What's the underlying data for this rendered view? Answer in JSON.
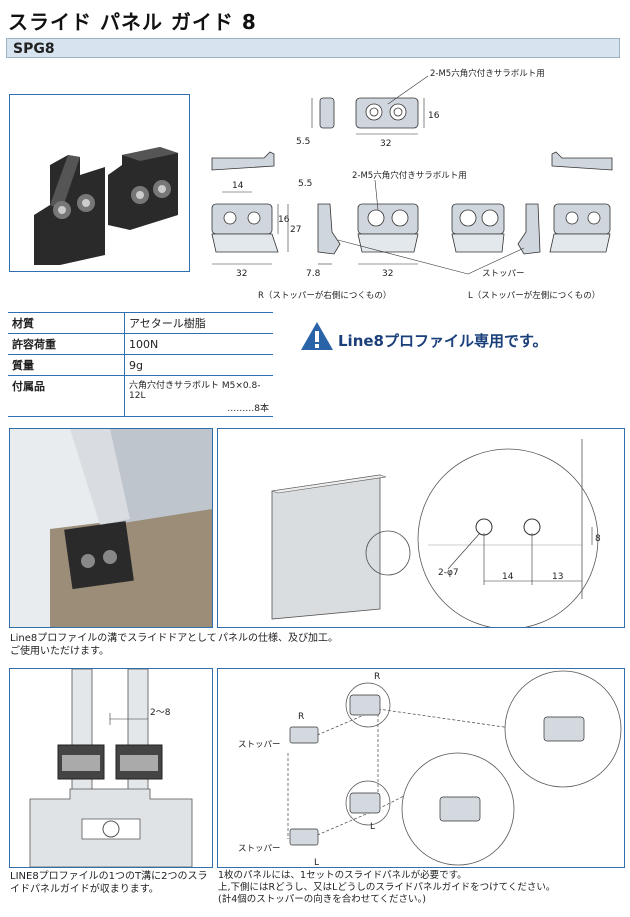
{
  "header": {
    "title": "スライド パネル ガイド 8",
    "code": "SPG8"
  },
  "drawing": {
    "bolt_label_top": "2-M5六角穴付きサラボルト用",
    "bolt_label_mid": "2-M5六角穴付きサラボルト用",
    "stopper_label": "ストッパー",
    "dim_32": "32",
    "dim_16": "16",
    "dim_5_5": "5.5",
    "dim_14": "14",
    "dim_27": "27",
    "dim_7_8": "7.8",
    "caption_r": "R（ストッパーが右側につくもの）",
    "caption_l": "L（ストッパーが左側につくもの）"
  },
  "specs": {
    "rows": [
      {
        "key": "材質",
        "value": "アセタール樹脂"
      },
      {
        "key": "許容荷重",
        "value": "100N"
      },
      {
        "key": "質量",
        "value": "9g"
      },
      {
        "key": "付属品",
        "value": "六角穴付きサラボルト M5×0.8-12L"
      }
    ],
    "accessory_qty": "………8本"
  },
  "warning": {
    "text": "Line8プロファイル専用です。"
  },
  "panel_diagram": {
    "hole_label": "2-φ7",
    "dim_14": "14",
    "dim_13": "13",
    "dim_8": "8"
  },
  "captions": {
    "photo_caption": "Line8プロファイルの溝でスライドドアとしてご使用いただけます。",
    "panel_caption": "パネルの仕様、及び加工。",
    "section_caption": "LINE8プロファイルの1つのT溝に2つのスライドパネルガイドが収まります。",
    "assembly_caption_1": "1枚のパネルには、1セットのスライドパネルが必要です。",
    "assembly_caption_2": "上,下側にはRどうし、又はLどうしのスライドパネルガイドをつけてください。",
    "assembly_caption_3": "(計4個のストッパーの向きを合わせてください。)"
  },
  "section_diagram": {
    "gap_label": "2〜8"
  },
  "assembly": {
    "r_label": "R",
    "l_label": "L",
    "stopper_label_1": "ストッパー",
    "stopper_label_2": "ストッパー"
  }
}
